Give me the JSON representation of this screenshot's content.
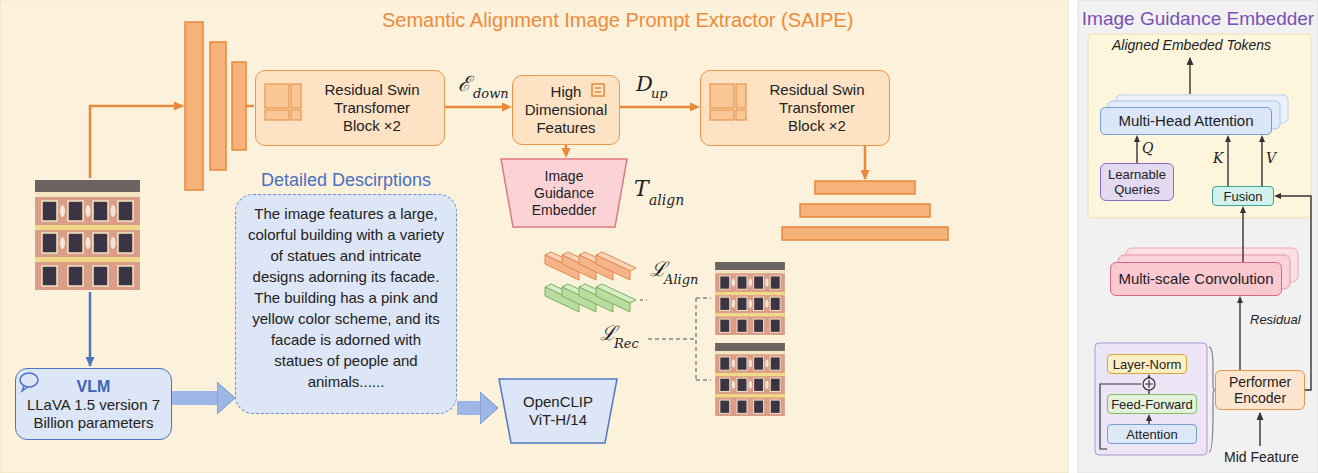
{
  "diagram": {
    "nodes": [
      {
        "text": [
          "Residual Swin Transfomer Block ×2"
        ]
      },
      {
        "text": [
          "High Dimensional Features"
        ]
      },
      {
        "text": [
          "Residual Swin Transfomer Block ×2"
        ]
      },
      {
        "text": [
          "Image Guidance Embedder"
        ]
      },
      {
        "text": [
          "Detailed Descirptions",
          "The image features a large, colorful building with a variety of statues and intricate designs adorning its facade. The building has a pink and yellow color scheme, and its facade is adorned with statues of people and animals......"
        ]
      },
      {
        "text": [
          "VLM",
          "LLaVA 1.5 version 7 Billion parameters"
        ]
      },
      {
        "text": [
          "OpenCLIP ViT-H/14"
        ]
      },
      {
        "text": [
          "Image Guidance Embedder"
        ]
      },
      {
        "text": [
          "Multi-Head Attention"
        ],
        "in": 7
      },
      {
        "text": [
          "Learnable Queries"
        ],
        "in": 7
      },
      {
        "text": [
          "Fusion"
        ],
        "in": 7
      },
      {
        "text": [
          "Multi-scale Convolution"
        ],
        "in": 7
      },
      {
        "text": [
          "Layer-Norm"
        ],
        "in": 7
      },
      {
        "text": [
          "Feed-Forward"
        ],
        "in": 7
      },
      {
        "text": [
          "Attention"
        ],
        "in": 7
      },
      {
        "text": [
          "Performer Encoder"
        ],
        "in": 7
      }
    ],
    "edges": [
      {
        "from": 0,
        "to": 1,
        "arrow": "to"
      },
      {
        "from": 1,
        "to": 2,
        "arrow": "to"
      },
      {
        "from": 1,
        "to": 3,
        "arrow": "to"
      },
      {
        "from": 5,
        "to": 4,
        "arrow": "to"
      },
      {
        "from": 4,
        "to": 6,
        "arrow": "to"
      },
      {
        "from": 9,
        "to": 8,
        "label": "Q",
        "arrow": "to"
      },
      {
        "from": 10,
        "to": 8,
        "label": "K",
        "arrow": "to"
      },
      {
        "from": 10,
        "to": 8,
        "label": "V",
        "arrow": "to"
      },
      {
        "from": 11,
        "to": 10,
        "arrow": "to"
      },
      {
        "from": 15,
        "to": 11,
        "arrow": "to"
      },
      {
        "from": 15,
        "to": 10,
        "arrow": "to"
      },
      {
        "from": 14,
        "to": 13,
        "arrow": "to"
      },
      {
        "from": 13,
        "to": 12,
        "arrow": "to"
      }
    ],
    "labels": [
      "Semantic Alignment Image Prompt Extractor (SAIPE)",
      "ℰ",
      "down",
      "D",
      "up",
      "T",
      "align",
      "ℒ",
      "Align",
      "ℒ",
      "Rec",
      "Aligned Embeded Tokens",
      "Residual",
      "Mid Feature"
    ]
  }
}
